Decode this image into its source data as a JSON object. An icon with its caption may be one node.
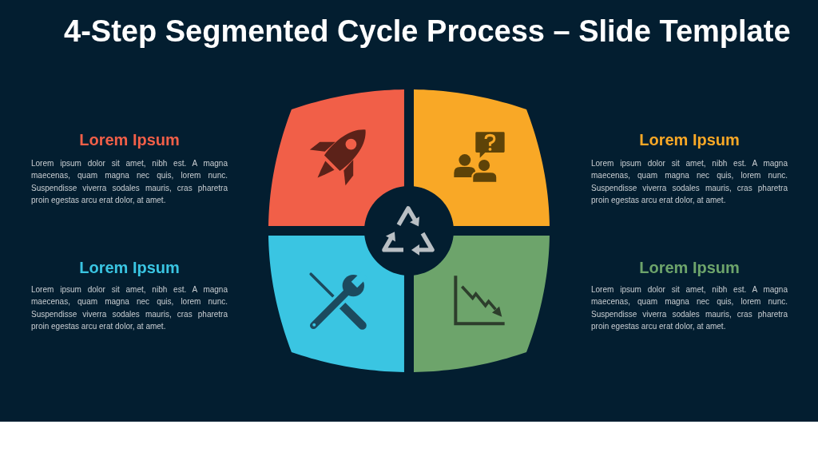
{
  "diagram": {
    "title": "4-Step Segmented Cycle Process – Slide Template",
    "nodes": [
      {
        "text": [],
        "shape": "segment",
        "beside": [
          "Lorem Ipsum",
          "Lorem ipsum dolor sit amet, nibh est. A magna maecenas, quam magna nec quis, lorem nunc. Suspendisse viverra sodales mauris, cras pharetra proin egestas arcu erat dolor, at amet."
        ]
      },
      {
        "text": [],
        "shape": "segment",
        "beside": [
          "Lorem Ipsum",
          "Lorem ipsum dolor sit amet, nibh est. A magna maecenas, quam magna nec quis, lorem nunc. Suspendisse viverra sodales mauris, cras pharetra proin egestas arcu erat dolor, at amet."
        ]
      },
      {
        "text": [],
        "shape": "segment",
        "beside": [
          "Lorem Ipsum",
          "Lorem ipsum dolor sit amet, nibh est. A magna maecenas, quam magna nec quis, lorem nunc. Suspendisse viverra sodales mauris, cras pharetra proin egestas arcu erat dolor, at amet."
        ]
      },
      {
        "text": [],
        "shape": "segment",
        "beside": [
          "Lorem Ipsum",
          "Lorem ipsum dolor sit amet, nibh est. A magna maecenas, quam magna nec quis, lorem nunc. Suspendisse viverra sodales mauris, cras pharetra proin egestas arcu erat dolor, at amet."
        ]
      }
    ]
  }
}
